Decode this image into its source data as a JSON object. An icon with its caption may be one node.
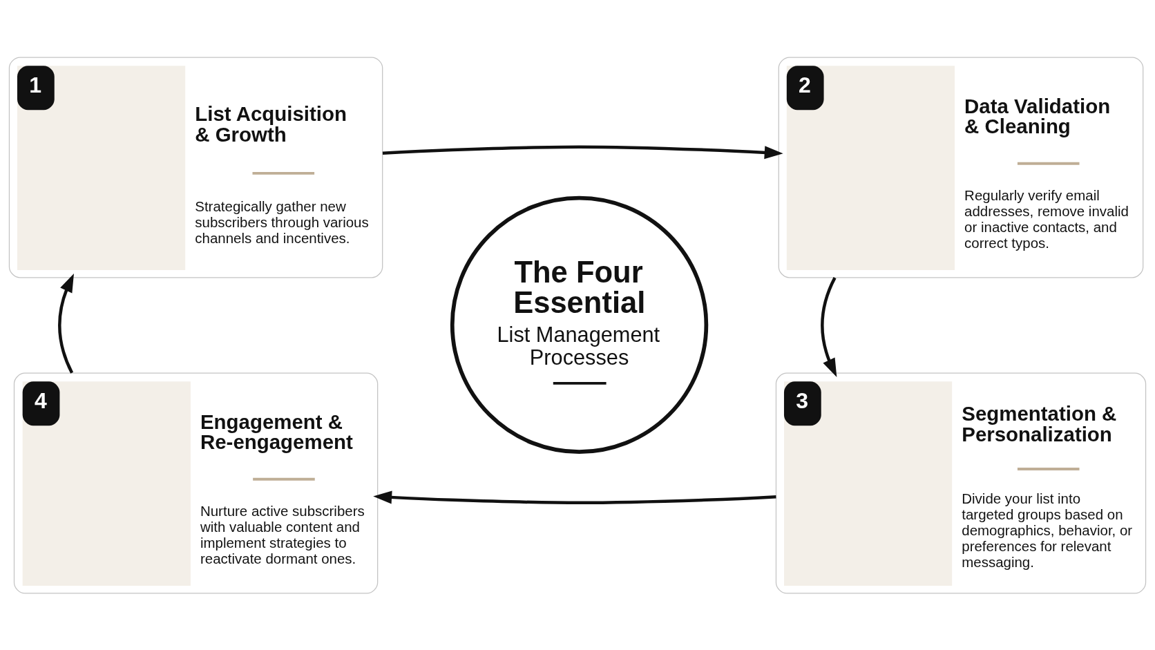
{
  "diagram": {
    "nodes": [
      {
        "text": [
          "1",
          "List Acquisition & Growth",
          "Strategically gather new subscribers through various channels and incentives."
        ]
      },
      {
        "text": [
          "2",
          "Data Validation & Cleaning",
          "Regularly verify email addresses, remove invalid or inactive contacts, and correct typos."
        ]
      },
      {
        "text": [
          "The Four Essential",
          "List Management Processes"
        ]
      },
      {
        "text": [
          "3",
          "Segmentation & Personalization",
          "Divide your list into targeted groups based on demographics, behavior, or preferences for relevant messaging."
        ]
      },
      {
        "text": [
          "4",
          "Engagement & Re-engagement",
          "Nurture active subscribers with valuable content and implement strategies to reactivate dormant ones."
        ]
      }
    ],
    "edges": [
      {
        "from": 0,
        "to": 1,
        "arrow": "to"
      },
      {
        "from": 1,
        "to": 3,
        "arrow": "to"
      },
      {
        "from": 3,
        "to": 4,
        "arrow": "to"
      },
      {
        "from": 4,
        "to": 0,
        "arrow": "to"
      }
    ]
  }
}
